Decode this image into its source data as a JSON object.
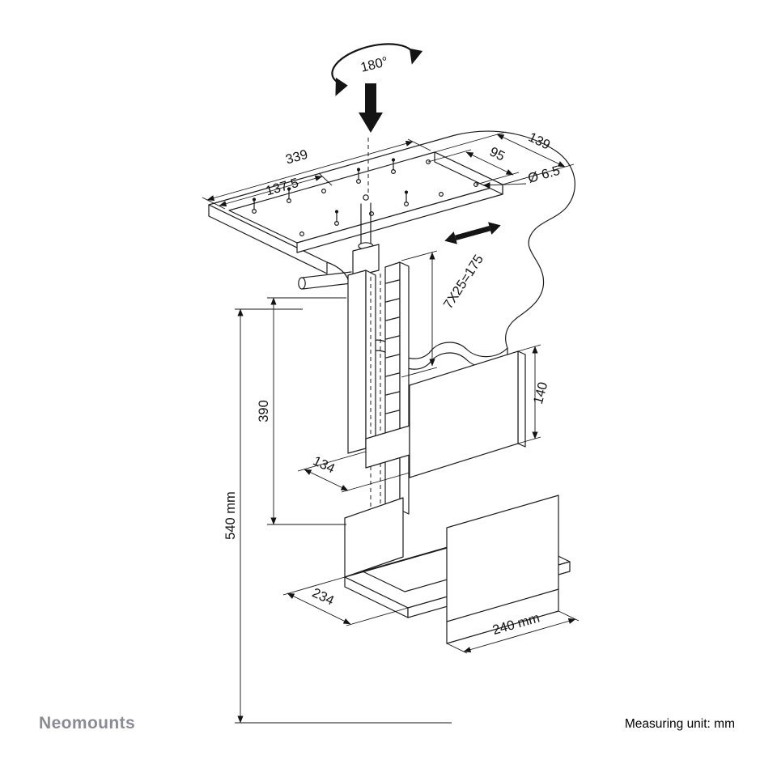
{
  "diagram": {
    "rotation_label": "180°",
    "dims": {
      "plate_length": "339",
      "hole_span_half": "137.5",
      "plate_depth": "139",
      "hole_span_depth": "95",
      "hole_diameter": "Ø 6.5",
      "slot_pattern": "7X25=175",
      "column_height": "390",
      "total_height": "540 mm",
      "holder_depth_upper": "134",
      "side_panel_height": "140",
      "base_depth": "234",
      "base_width": "240 mm"
    }
  },
  "footer": {
    "brand": "Neomounts",
    "measuring_note": "Measuring unit: mm"
  }
}
